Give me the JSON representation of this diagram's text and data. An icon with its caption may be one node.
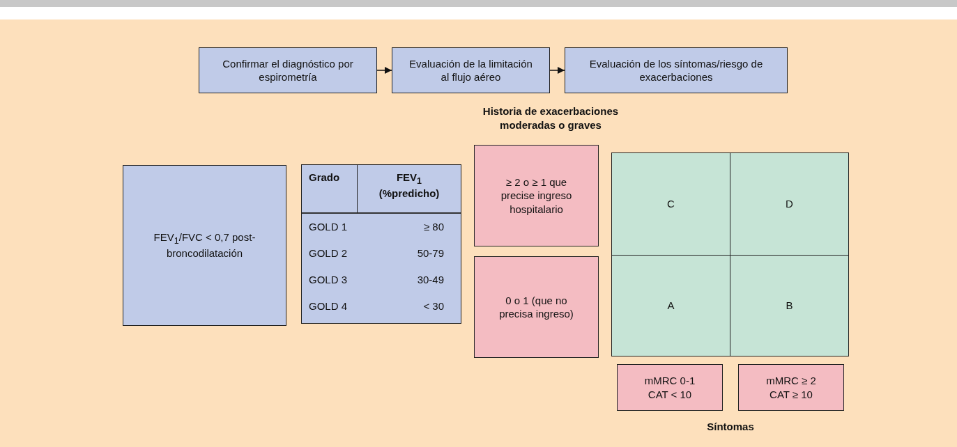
{
  "diagram": {
    "nodes": [
      {
        "text": [
          "Confirmar el diagnóstico por espirometría"
        ]
      },
      {
        "text": [
          "Evaluación de la limitación al flujo aéreo"
        ]
      },
      {
        "text": [
          "Evaluación de los síntomas/riesgo de exacerbaciones"
        ]
      },
      {
        "text": [
          "FEV$_{1}$/FVC < 0,7 post-broncodilatación"
        ]
      },
      {
        "text": [
          "Grado",
          "FEV$_{1}$ (%predicho)",
          "GOLD 1",
          "≥ 80",
          "GOLD 2",
          "50-79",
          "GOLD 3",
          "30-49",
          "GOLD 4",
          "< 30"
        ]
      },
      {
        "text": [
          "≥ 2 o ≥ 1 que precise ingreso hospitalario"
        ]
      },
      {
        "text": [
          "0 o 1 (que no precisa ingreso)"
        ]
      },
      {
        "text": [
          "C"
        ]
      },
      {
        "text": [
          "D"
        ]
      },
      {
        "text": [
          "A"
        ]
      },
      {
        "text": [
          "B"
        ]
      },
      {
        "text": [
          "mMRC 0-1 CAT < 10"
        ]
      },
      {
        "text": [
          "mMRC ≥ 2 CAT ≥ 10"
        ]
      }
    ],
    "edges": [
      {
        "from": 0,
        "to": 1,
        "arrow": "to"
      },
      {
        "from": 1,
        "to": 2,
        "arrow": "to"
      }
    ],
    "labels": [
      "Historia de exacerbaciones moderadas o graves",
      "Síntomas"
    ]
  }
}
